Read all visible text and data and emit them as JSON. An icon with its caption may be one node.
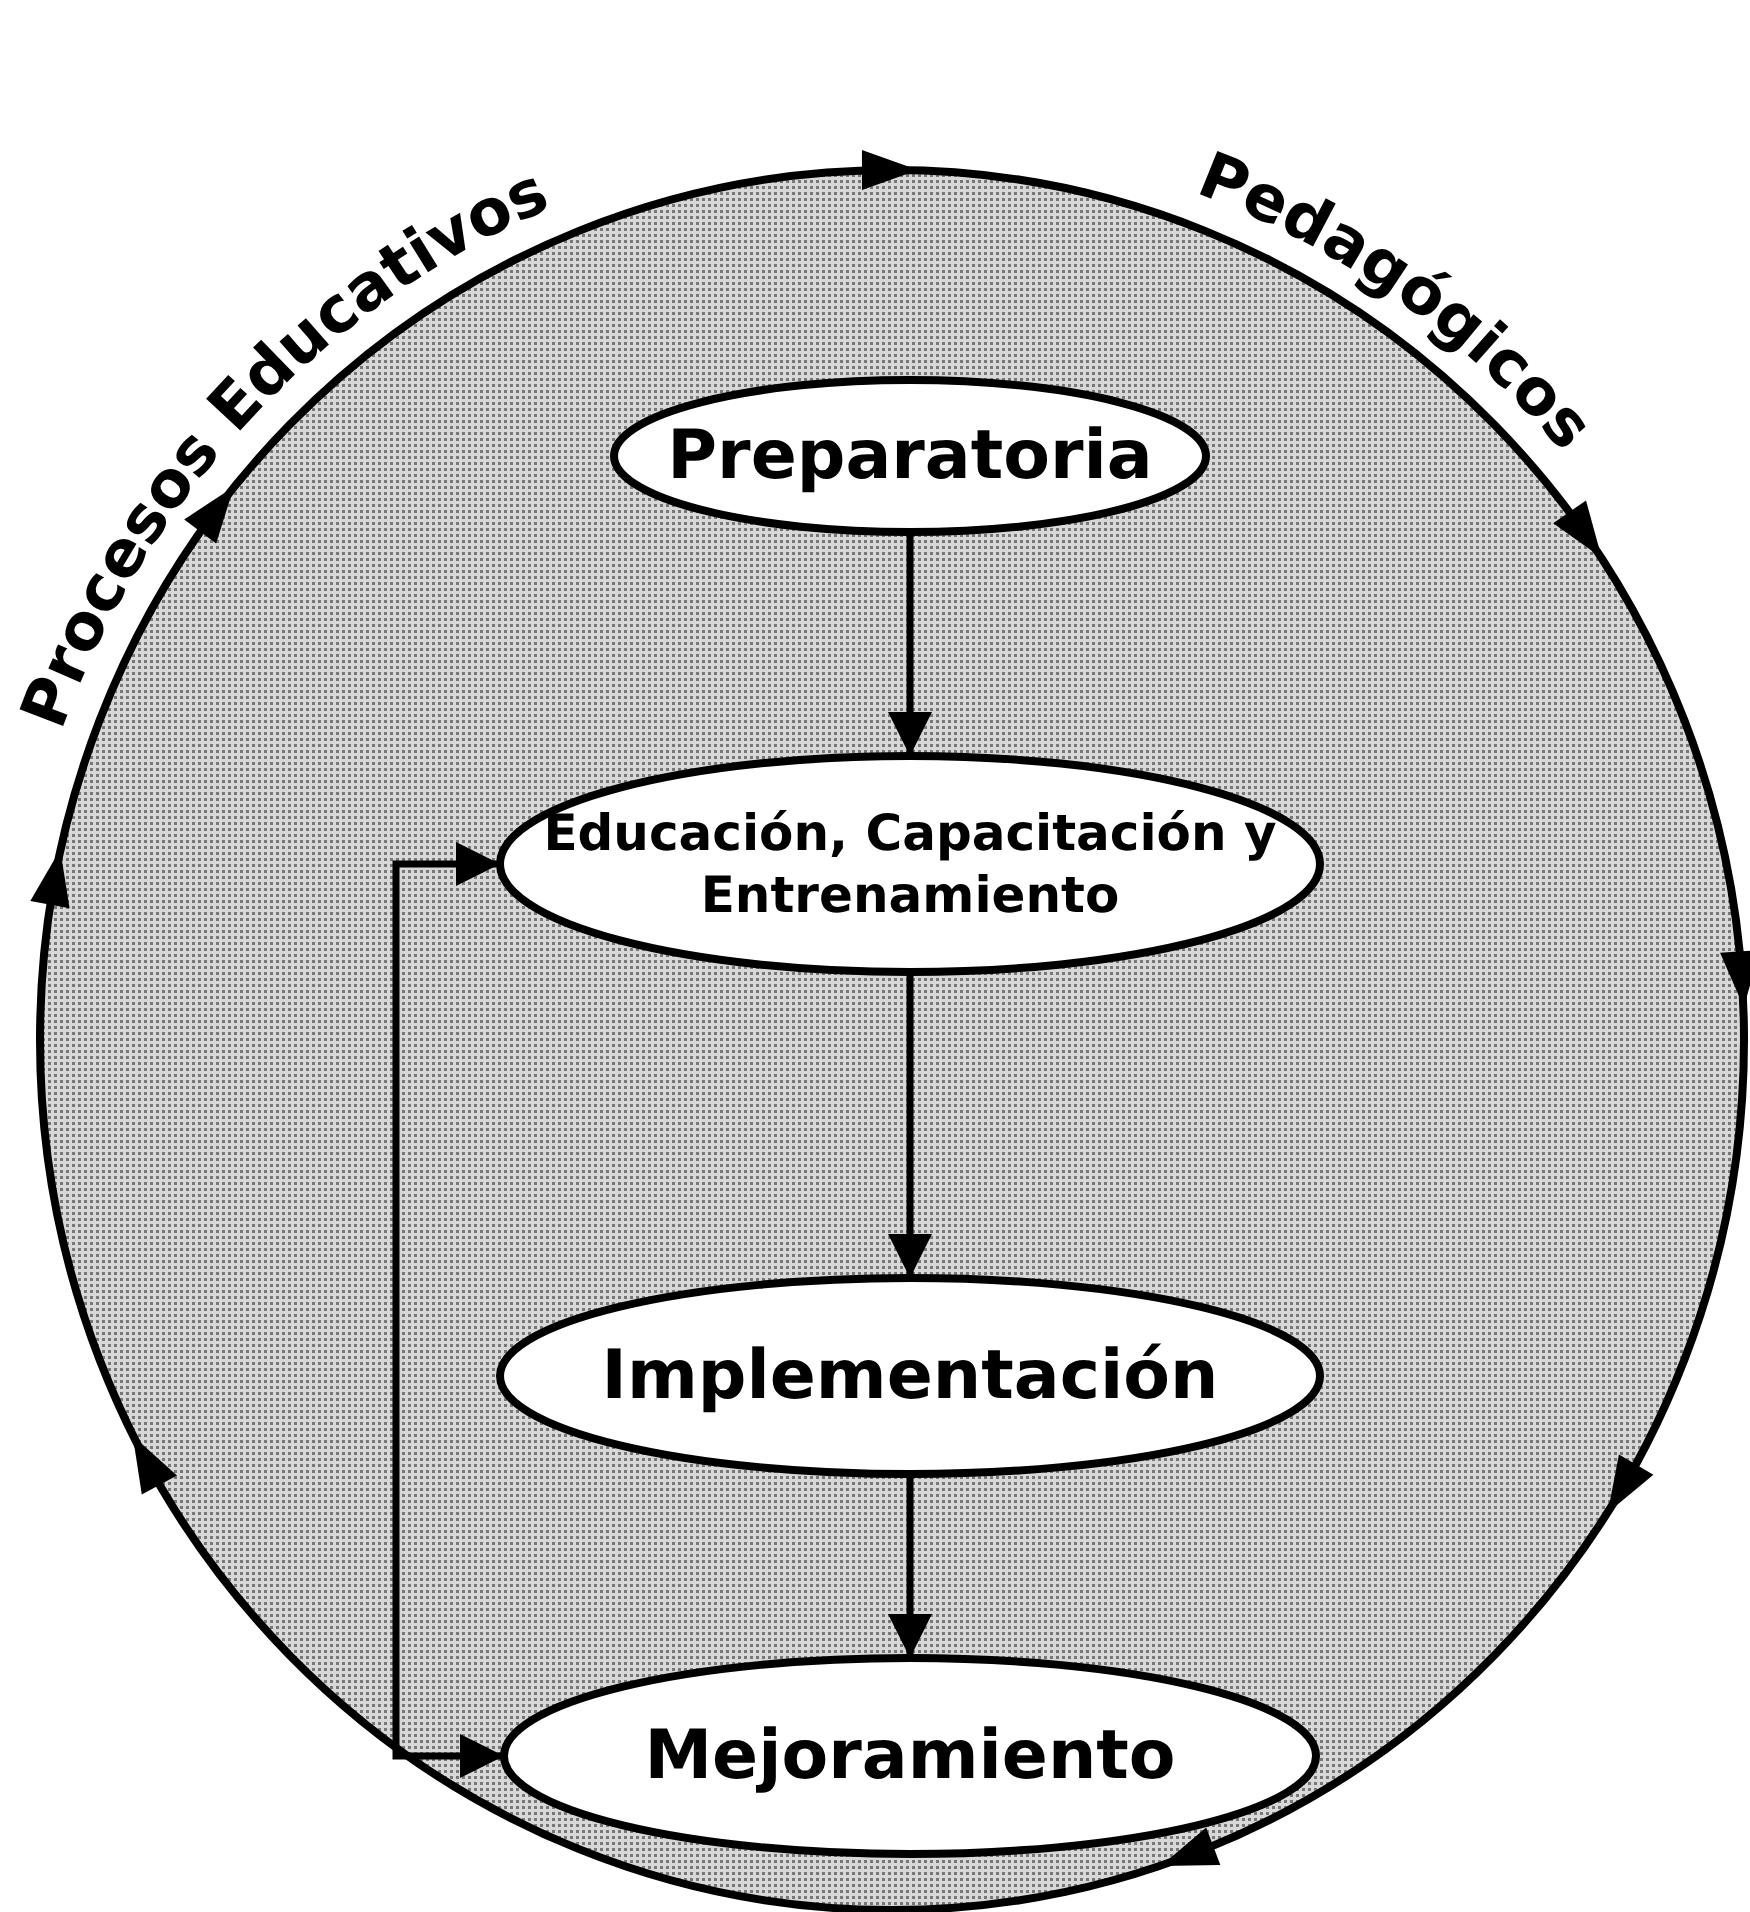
{
  "diagram": {
    "nodes": [
      {
        "text": [
          "Procesos Educativos",
          "Pedagógicos"
        ]
      },
      {
        "text": [
          "Preparatoria"
        ],
        "in": 0
      },
      {
        "text": [
          "Educación, Capacitación y Entrenamiento"
        ],
        "in": 0
      },
      {
        "text": [
          "Implementación"
        ],
        "in": 0
      },
      {
        "text": [
          "Mejoramiento"
        ],
        "in": 0
      }
    ],
    "edges": [
      {
        "from": 1,
        "to": 2,
        "arrow": "to"
      },
      {
        "from": 2,
        "to": 3,
        "arrow": "to"
      },
      {
        "from": 3,
        "to": 4,
        "arrow": "to"
      },
      {
        "from": 4,
        "to": 2,
        "arrow": "both"
      }
    ]
  }
}
